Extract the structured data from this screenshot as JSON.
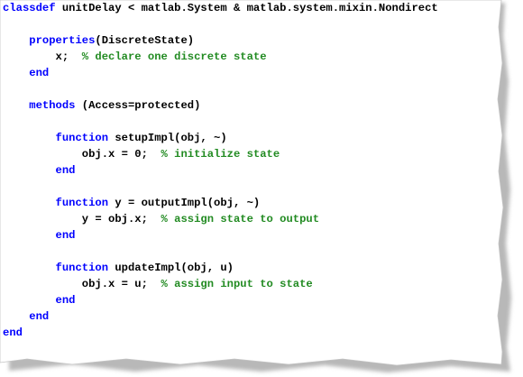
{
  "colors": {
    "keyword": "#0000ff",
    "comment": "#228b22",
    "text": "#000000",
    "paper": "#ffffff",
    "shadow": "#b8b8b8"
  },
  "lines": [
    [
      {
        "t": "kw",
        "v": "classdef"
      },
      {
        "t": "tx",
        "v": " unitDelay < matlab.System & matlab.system.mixin.Nondirect"
      }
    ],
    [],
    [
      {
        "t": "tx",
        "v": "    "
      },
      {
        "t": "kw",
        "v": "properties"
      },
      {
        "t": "tx",
        "v": "(DiscreteState)"
      }
    ],
    [
      {
        "t": "tx",
        "v": "        x;  "
      },
      {
        "t": "cm",
        "v": "% declare one discrete state"
      }
    ],
    [
      {
        "t": "tx",
        "v": "    "
      },
      {
        "t": "kw",
        "v": "end"
      }
    ],
    [],
    [
      {
        "t": "tx",
        "v": "    "
      },
      {
        "t": "kw",
        "v": "methods"
      },
      {
        "t": "tx",
        "v": " (Access=protected)"
      }
    ],
    [],
    [
      {
        "t": "tx",
        "v": "        "
      },
      {
        "t": "kw",
        "v": "function"
      },
      {
        "t": "tx",
        "v": " setupImpl(obj, ~)"
      }
    ],
    [
      {
        "t": "tx",
        "v": "            obj.x = 0;  "
      },
      {
        "t": "cm",
        "v": "% initialize state"
      }
    ],
    [
      {
        "t": "tx",
        "v": "        "
      },
      {
        "t": "kw",
        "v": "end"
      }
    ],
    [],
    [
      {
        "t": "tx",
        "v": "        "
      },
      {
        "t": "kw",
        "v": "function"
      },
      {
        "t": "tx",
        "v": " y = outputImpl(obj, ~)"
      }
    ],
    [
      {
        "t": "tx",
        "v": "            y = obj.x;  "
      },
      {
        "t": "cm",
        "v": "% assign state to output"
      }
    ],
    [
      {
        "t": "tx",
        "v": "        "
      },
      {
        "t": "kw",
        "v": "end"
      }
    ],
    [],
    [
      {
        "t": "tx",
        "v": "        "
      },
      {
        "t": "kw",
        "v": "function"
      },
      {
        "t": "tx",
        "v": " updateImpl(obj, u)"
      }
    ],
    [
      {
        "t": "tx",
        "v": "            obj.x = u;  "
      },
      {
        "t": "cm",
        "v": "% assign input to state"
      }
    ],
    [
      {
        "t": "tx",
        "v": "        "
      },
      {
        "t": "kw",
        "v": "end"
      }
    ],
    [
      {
        "t": "tx",
        "v": "    "
      },
      {
        "t": "kw",
        "v": "end"
      }
    ],
    [
      {
        "t": "kw",
        "v": "end"
      }
    ]
  ]
}
